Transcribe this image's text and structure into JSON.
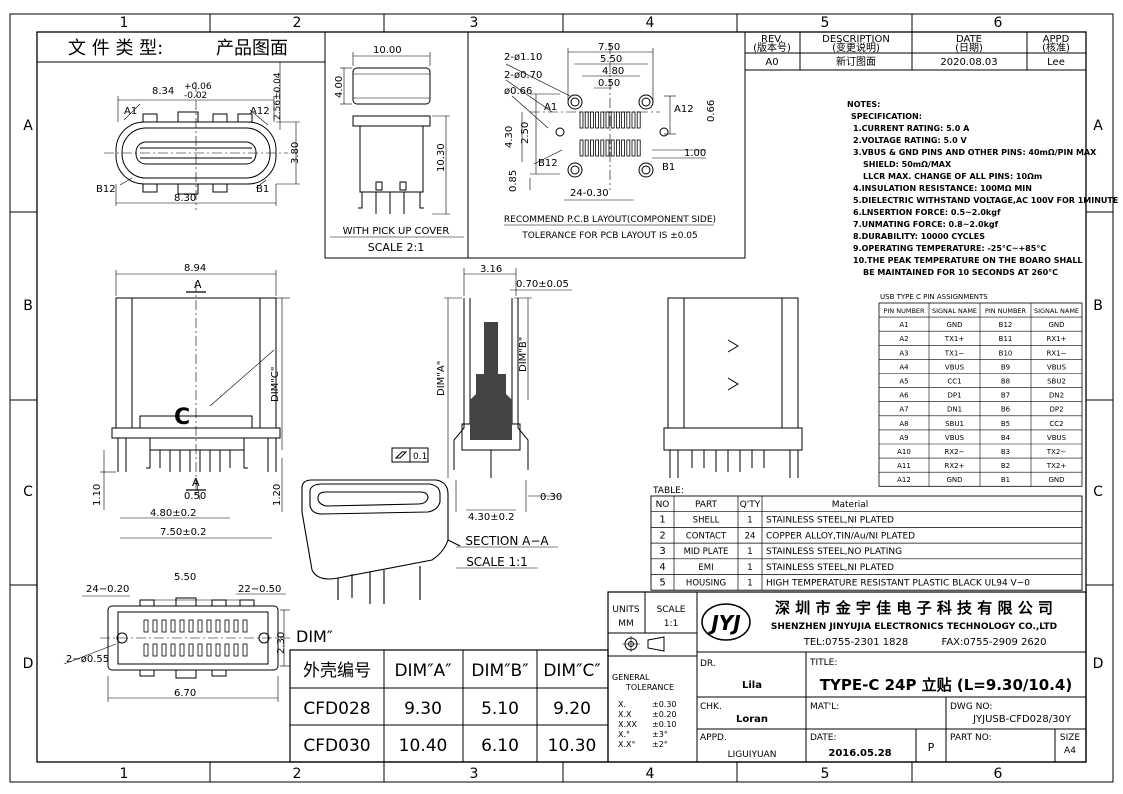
{
  "zone_numbers": [
    "1",
    "2",
    "3",
    "4",
    "5",
    "6"
  ],
  "zone_letters": [
    "A",
    "B",
    "C",
    "D"
  ],
  "file_type": {
    "label": "文 件 类 型:",
    "value": "产品图面"
  },
  "revision_table": {
    "headers": [
      {
        "en": "REV.",
        "cn": "(版本号)"
      },
      {
        "en": "DESCRIPTION",
        "cn": "(变更说明)"
      },
      {
        "en": "DATE",
        "cn": "(日期)"
      },
      {
        "en": "APPD",
        "cn": "(核准)"
      }
    ],
    "rows": [
      {
        "rev": "A0",
        "desc": "新订图面",
        "date": "2020.08.03",
        "appd": "Lee"
      }
    ]
  },
  "top_view": {
    "dim_width_top": "8.34",
    "tol_plus": "+0.06",
    "tol_minus": "-0.02",
    "dim_width_bottom": "8.30",
    "dim_side_top": "2.56±0.04",
    "dim_height": "3.80",
    "label_a1": "A1",
    "label_a12": "A12",
    "label_b12": "B12",
    "label_b1": "B1"
  },
  "cover_view": {
    "dim_width": "10.00",
    "dim_height": "4.00",
    "dim_length": "10.30",
    "caption": "WITH PICK UP COVER",
    "scale": "SCALE 2:1"
  },
  "pcb_layout": {
    "dims": [
      "7.50",
      "5.50",
      "4.80",
      "0.50",
      "2-ø1.10",
      "2-ø0.70",
      "ø0.66",
      "0.66",
      "4.30",
      "2.50",
      "0.85",
      "1.00",
      "24-0.30"
    ],
    "label_a1": "A1",
    "label_a12": "A12",
    "label_b12": "B12",
    "label_b1": "B1",
    "caption": "RECOMMEND P.C.B LAYOUT(COMPONENT SIDE)",
    "tolerance": "TOLERANCE FOR PCB LAYOUT IS ±0.05"
  },
  "notes": {
    "title": "NOTES:",
    "lines": [
      "SPECIFICATION:",
      "1.CURRENT RATING: 5.0 A",
      "2.VOLTAGE RATING: 5.0 V",
      "3.VBUS & GND PINS AND OTHER PINS: 40mΩ/PIN MAX",
      "SHIELD: 50mΩ/MAX",
      "LLCR MAX. CHANGE OF ALL PINS: 10Ωm",
      "4.INSULATION RESISTANCE:  100MΩ MIN",
      "5.DIELECTRIC WITHSTAND VOLTAGE,AC 100V FOR 1MINUTE",
      "6.LNSERTION FORCE: 0.5~2.0kgf",
      "7.UNMATING FORCE: 0.8~2.0kgf",
      "8.DURABILITY: 10000 CYCLES",
      "9.OPERATING TEMPERATURE: -25°C~+85°C",
      "10.THE PEAK TEMPERATURE ON THE BOARO SHALL",
      "BE MAINTAINED FOR 10 SECONDS AT 260°C"
    ]
  },
  "pin_table": {
    "title": "USB TYPE C PIN ASSIGNMENTS",
    "headers": [
      "PIN NUMBER",
      "SIGNAL NAME",
      "PIN NUMBER",
      "SIGNAL NAME"
    ],
    "rows": [
      [
        "A1",
        "GND",
        "B12",
        "GND"
      ],
      [
        "A2",
        "TX1+",
        "B11",
        "RX1+"
      ],
      [
        "A3",
        "TX1−",
        "B10",
        "RX1−"
      ],
      [
        "A4",
        "VBUS",
        "B9",
        "VBUS"
      ],
      [
        "A5",
        "CC1",
        "B8",
        "SBU2"
      ],
      [
        "A6",
        "DP1",
        "B7",
        "DN2"
      ],
      [
        "A7",
        "DN1",
        "B6",
        "DP2"
      ],
      [
        "A8",
        "SBU1",
        "B5",
        "CC2"
      ],
      [
        "A9",
        "VBUS",
        "B4",
        "VBUS"
      ],
      [
        "A10",
        "RX2−",
        "B3",
        "TX2−"
      ],
      [
        "A11",
        "RX2+",
        "B2",
        "TX2+"
      ],
      [
        "A12",
        "GND",
        "B1",
        "GND"
      ]
    ]
  },
  "front_view": {
    "dim_width": "8.94",
    "section_a": "A",
    "dim_c": "DIM\"C\"",
    "label_c": "C",
    "dim_1_10": "1.10",
    "dim_0_50": "0.50",
    "dim_4_80": "4.80±0.2",
    "dim_7_50": "7.50±0.2",
    "dim_1_20": "1.20"
  },
  "section_view": {
    "dim_3_16": "3.16",
    "dim_0_70": "0.70±0.05",
    "dim_a": "DIM\"A\"",
    "dim_b": "DIM\"B\"",
    "flatness": "0.1",
    "dim_0_30": "0.30",
    "dim_4_30": "4.30±0.2",
    "caption": "SECTION A−A",
    "scale": "SCALE 1:1"
  },
  "bottom_view": {
    "dims": [
      "24−0.20",
      "5.50",
      "22−0.50",
      "2.30",
      "2−ø0.55",
      "6.70"
    ]
  },
  "dim_table": {
    "title": "DIM″",
    "headers": [
      "外壳编号",
      "DIM″A″",
      "DIM″B″",
      "DIM″C″"
    ],
    "rows": [
      [
        "CFD028",
        "9.30",
        "5.10",
        "9.20"
      ],
      [
        "CFD030",
        "10.40",
        "6.10",
        "10.30"
      ]
    ]
  },
  "material_table": {
    "label": "TABLE:",
    "headers": [
      "NO",
      "PART",
      "Q'TY",
      "Material"
    ],
    "rows": [
      [
        "1",
        "SHELL",
        "1",
        "STAINLESS STEEL,NI PLATED"
      ],
      [
        "2",
        "CONTACT",
        "24",
        "COPPER ALLOY,TIN/Au/NI PLATED"
      ],
      [
        "3",
        "MID PLATE",
        "1",
        "STAINLESS STEEL,NO PLATING"
      ],
      [
        "4",
        "EMI",
        "1",
        "STAINLESS STEEL,NI PLATED"
      ],
      [
        "5",
        "HOUSING",
        "1",
        "HIGH TEMPERATURE RESISTANT PLASTIC BLACK UL94 V−0"
      ]
    ]
  },
  "title_block": {
    "units_label": "UNITS",
    "units_value": "MM",
    "scale_label": "SCALE",
    "scale_value": "1:1",
    "general_tolerance": [
      "GENERAL",
      "TOLERANCE"
    ],
    "tolerances": [
      [
        "X.",
        "±0.30"
      ],
      [
        "X.X",
        "±0.20"
      ],
      [
        "X.XX",
        "±0.10"
      ],
      [
        "X.°",
        "±3°"
      ],
      [
        "X.X°",
        "±2°"
      ]
    ],
    "logo": "JYJ",
    "company_cn": "深 圳 市 金 宇 佳 电 子 科 技 有 限 公 司",
    "company_en": "SHENZHEN JINYUJIA ELECTRONICS TECHNOLOGY CO.,LTD",
    "tel": "TEL:0755-2301 1828",
    "fax": "FAX:0755-2909 2620",
    "dr_label": "DR.",
    "dr_value": "Lila",
    "chk_label": "CHK.",
    "chk_value": "Loran",
    "appd_label": "APPD.",
    "appd_value": "LIGUIYUAN",
    "title_label": "TITLE:",
    "title_value": "TYPE-C 24P 立贴 (L=9.30/10.4)",
    "matl_label": "MAT'L:",
    "dwg_label": "DWG NO:",
    "dwg_value": "JYJUSB-CFD028/30Y",
    "date_label": "DATE:",
    "date_value": "2016.05.28",
    "p_label": "P",
    "part_label": "PART NO:",
    "size_label": "SIZE",
    "size_value": "A4"
  }
}
